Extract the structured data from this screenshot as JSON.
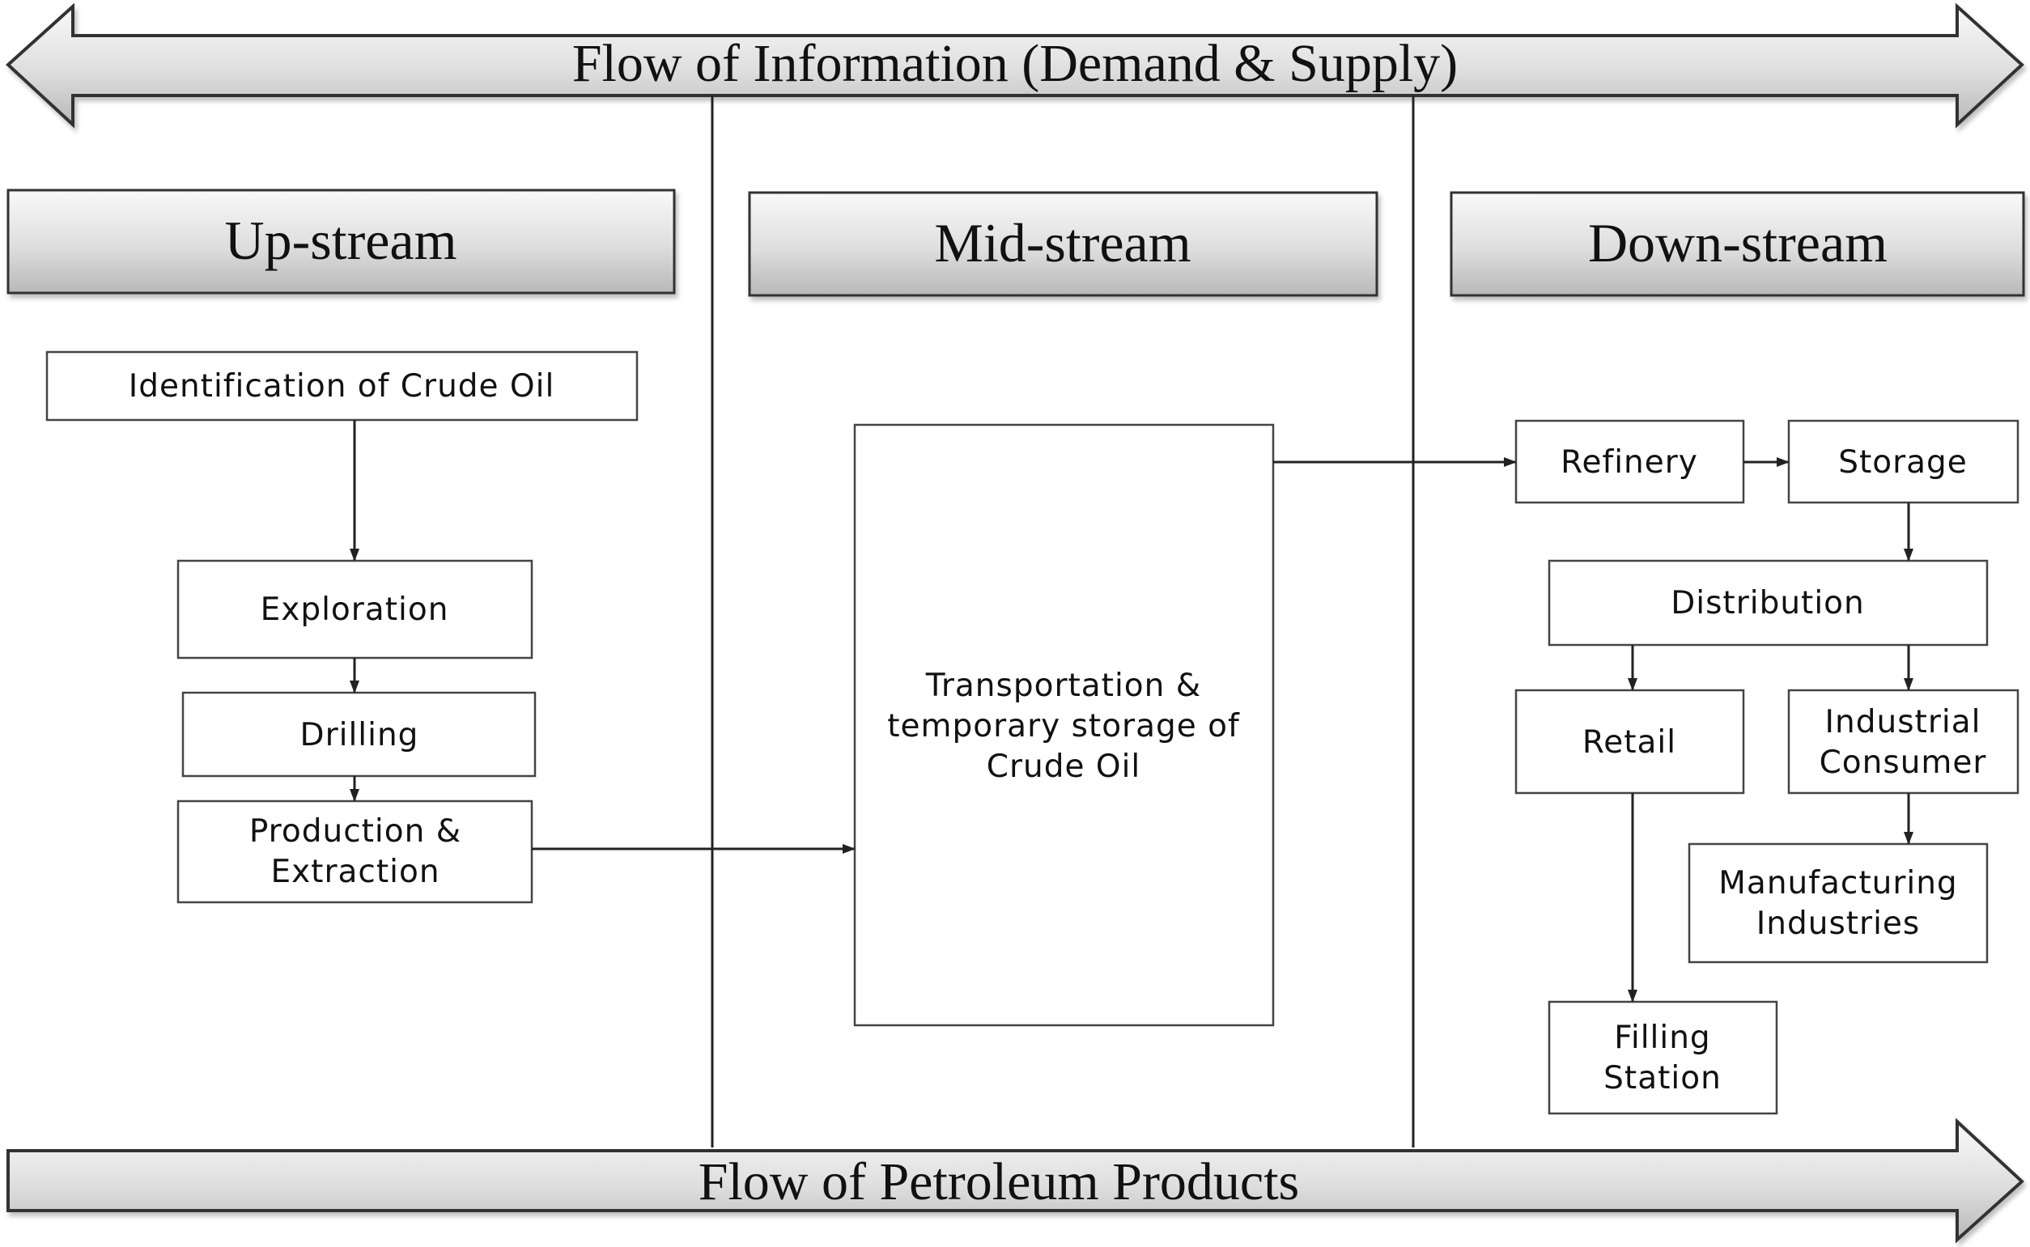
{
  "banners": {
    "information": "Flow of Information (Demand & Supply)",
    "products": "Flow of Petroleum Products"
  },
  "headers": {
    "upstream": "Up-stream",
    "midstream": "Mid-stream",
    "downstream": "Down-stream"
  },
  "nodes": {
    "identification": [
      "Identification of Crude Oil"
    ],
    "exploration": [
      "Exploration"
    ],
    "drilling": [
      "Drilling"
    ],
    "production": [
      "Production &",
      "Extraction"
    ],
    "transportation": [
      "Transportation &",
      "temporary storage of",
      "Crude Oil"
    ],
    "refinery": [
      "Refinery"
    ],
    "storage": [
      "Storage"
    ],
    "distribution": [
      "Distribution"
    ],
    "retail": [
      "Retail"
    ],
    "industrial": [
      "Industrial",
      "Consumer"
    ],
    "manufacturing": [
      "Manufacturing",
      "Industries"
    ],
    "filling": [
      "Filling",
      "Station"
    ]
  },
  "colors": {
    "gradient_light": "#f7f7f7",
    "gradient_dark": "#bdbdbd",
    "stroke": "#333333"
  }
}
